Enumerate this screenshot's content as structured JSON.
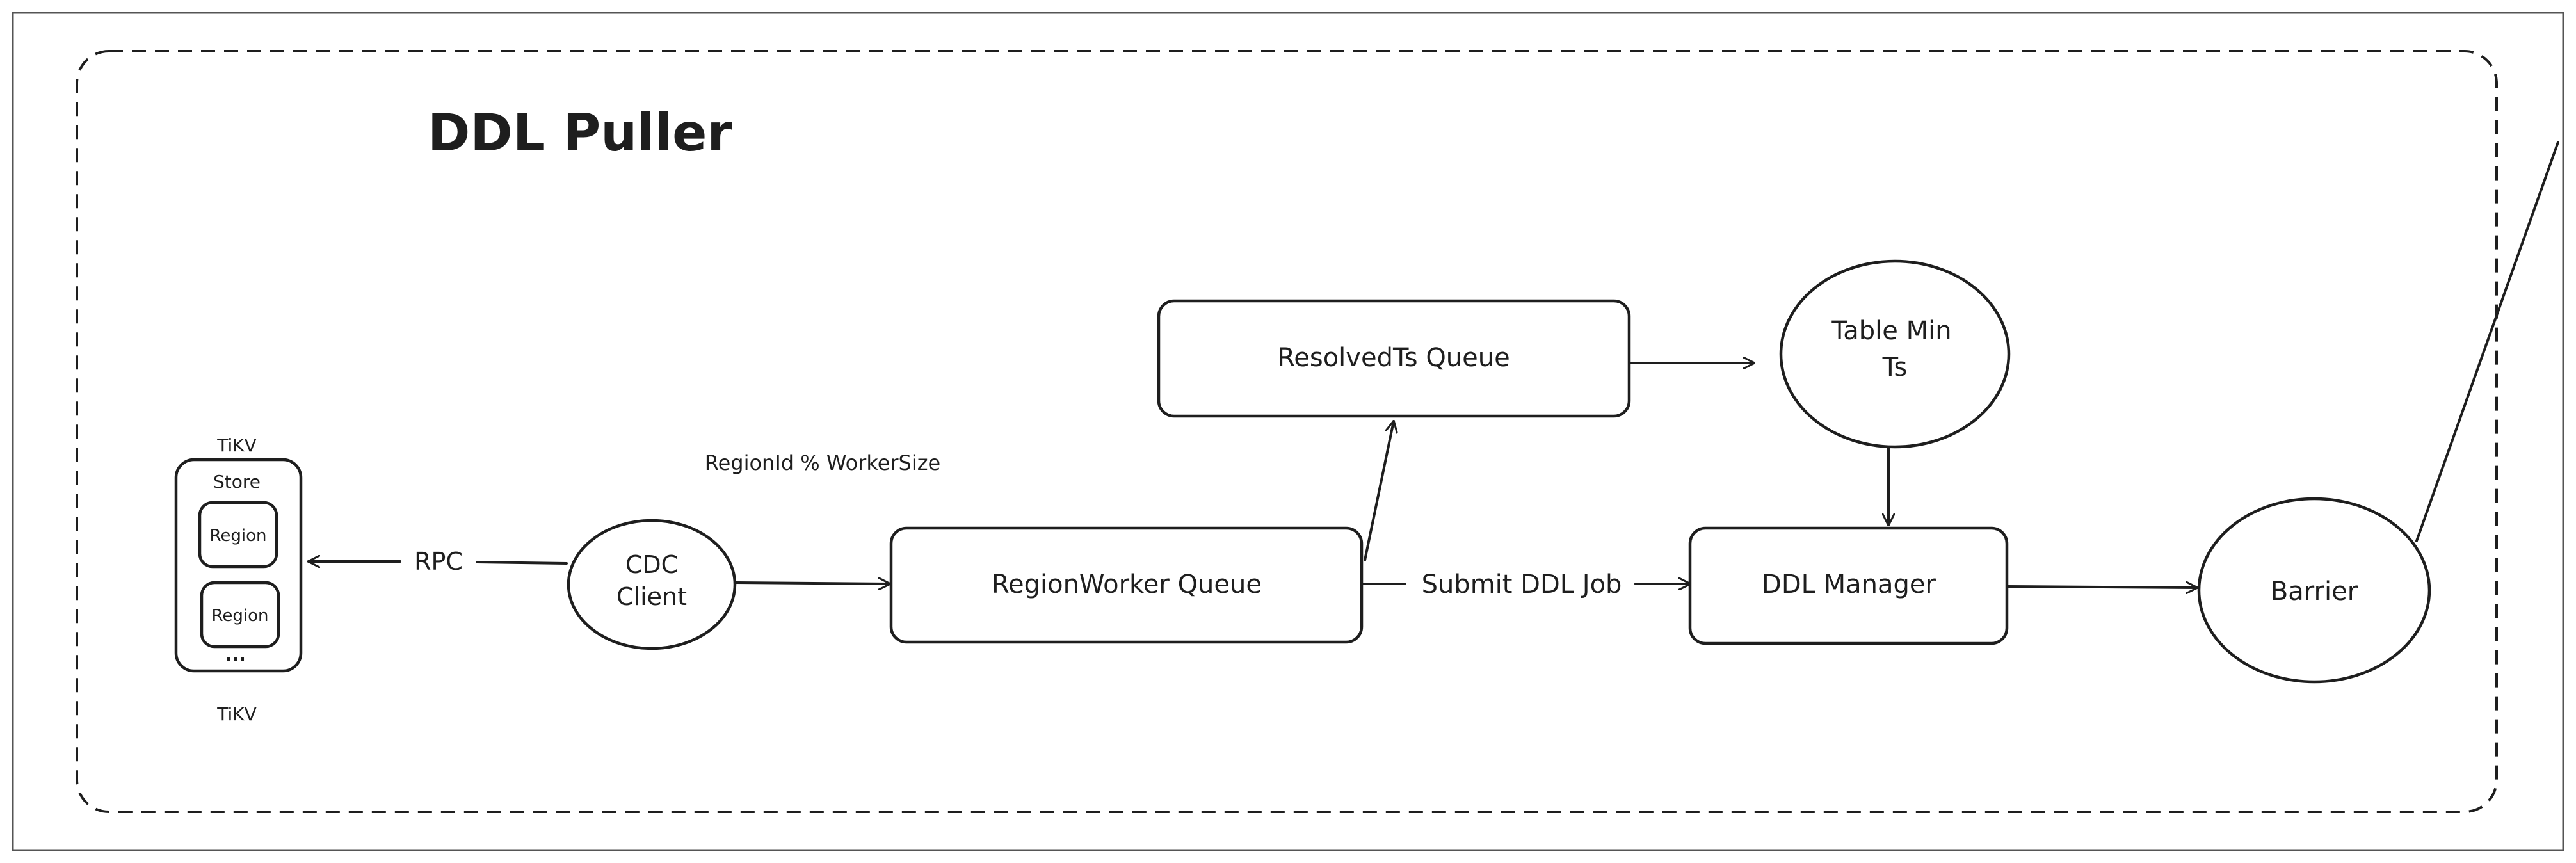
{
  "diagram": {
    "title": "DDL Puller",
    "nodes": {
      "tikv_top_label": "TiKV",
      "store_label": "Store",
      "region_1": "Region",
      "region_2": "Region",
      "region_more": "...",
      "tikv_bottom_label": "TiKV",
      "cdc_client_line1": "CDC",
      "cdc_client_line2": "Client",
      "region_worker_queue": "RegionWorker Queue",
      "resolved_ts_queue": "ResolvedTs Queue",
      "table_min_ts_line1": "Table Min",
      "table_min_ts_line2": "Ts",
      "ddl_manager": "DDL Manager",
      "barrier": "Barrier"
    },
    "edges": {
      "rpc": "RPC",
      "region_id_rule": "RegionId % WorkerSize",
      "submit_ddl_job": "Submit DDL Job"
    }
  }
}
